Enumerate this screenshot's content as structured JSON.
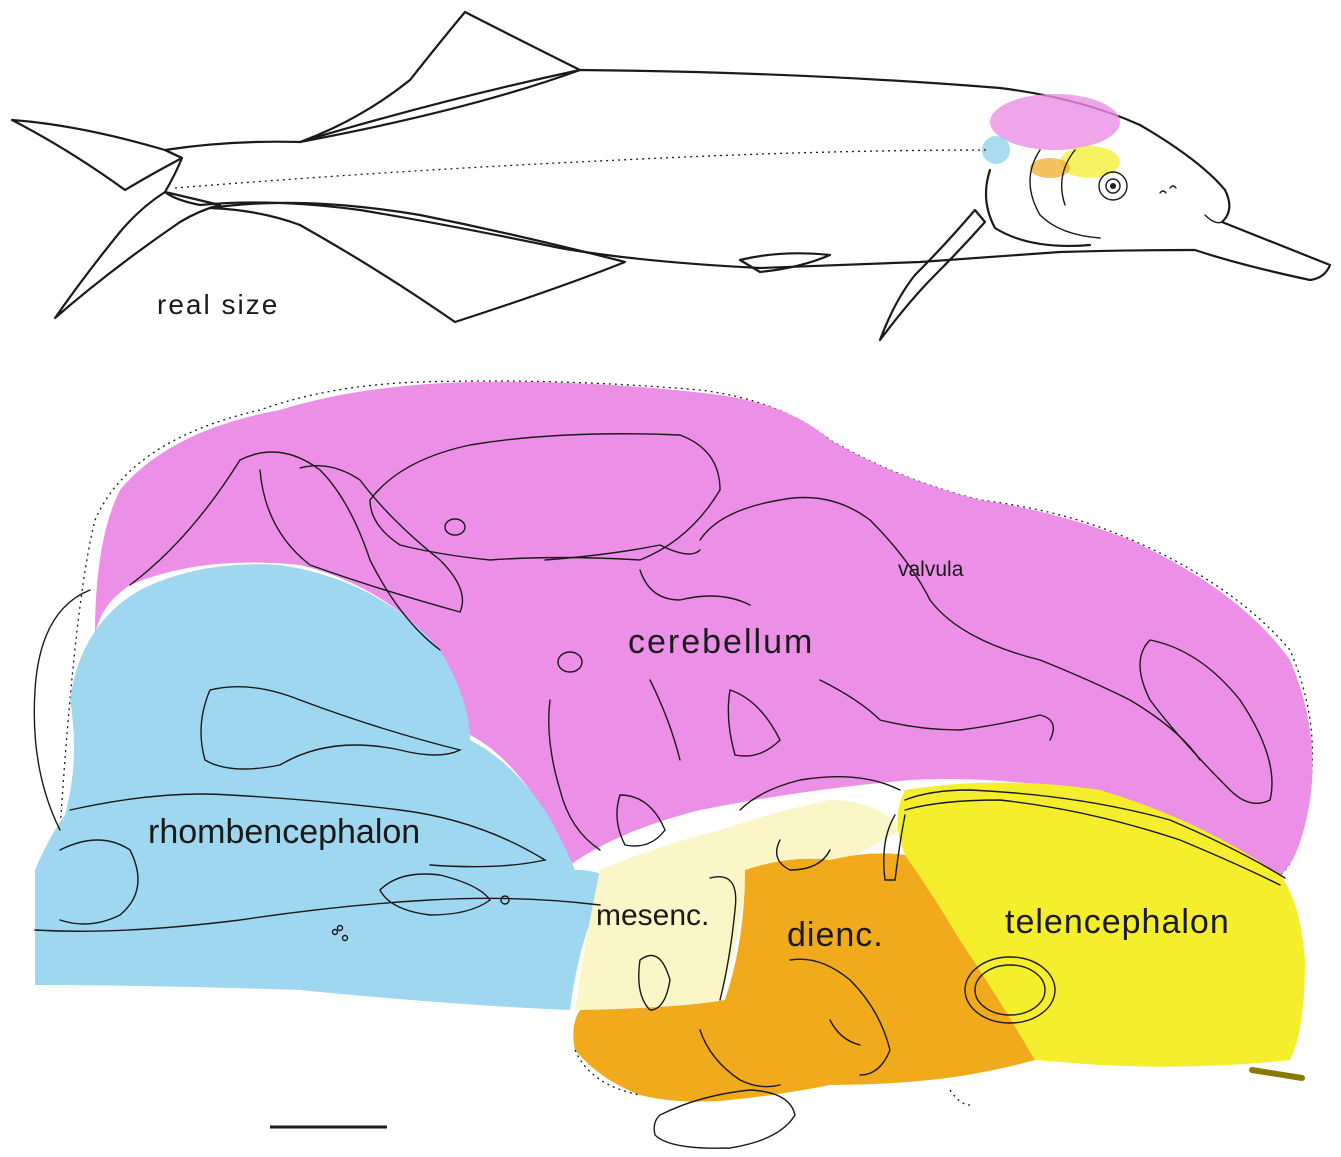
{
  "fish": {
    "caption": "real size"
  },
  "brain": {
    "labels": {
      "cerebellum": "cerebellum",
      "valvula": "valvula",
      "rhombencephalon": "rhombencephalon",
      "mesencephalon": "mesenc.",
      "diencephalon": "dienc.",
      "telencephalon": "telencephalon"
    },
    "colors": {
      "cerebellum": "#ec8fe6",
      "rhombencephalon": "#9fd6f0",
      "mesencephalon": "#fbf6c8",
      "diencephalon": "#f0aa1c",
      "telencephalon": "#f4ee2c",
      "outline": "#1a1a1a"
    }
  }
}
